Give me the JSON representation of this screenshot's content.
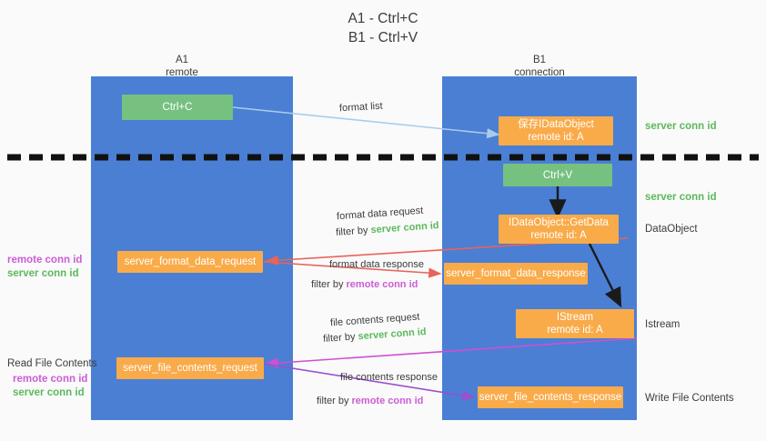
{
  "title": {
    "line1": "A1 - Ctrl+C",
    "line2": "B1 - Ctrl+V"
  },
  "columns": [
    {
      "name": "A1",
      "sub": "remote"
    },
    {
      "name": "B1",
      "sub": "connection"
    }
  ],
  "boxes": {
    "ctrl_c": "Ctrl+C",
    "save_idataobject_line1": "保存IDataObject",
    "save_idataobject_line2": "remote id: A",
    "ctrl_v": "Ctrl+V",
    "getdata_line1": "IDataObject::GetData",
    "getdata_line2": "remote id: A",
    "istream_line1": "IStream",
    "istream_line2": "remote id: A",
    "server_format_data_request": "server_format_data_request",
    "server_format_data_response": "server_format_data_response",
    "server_file_contents_request": "server_file_contents_request",
    "server_file_contents_response": "server_file_contents_response"
  },
  "right_labels": {
    "server_conn_id_top": "server conn id",
    "server_conn_id_mid": "server conn id",
    "dataobject": "DataObject",
    "istream": "Istream",
    "write_file_contents": "Write File Contents"
  },
  "left_labels": {
    "remote_conn_id_1": "remote conn id",
    "server_conn_id_1": "server conn id",
    "read_file_contents": "Read File Contents",
    "remote_conn_id_2": "remote conn id",
    "server_conn_id_2": "server conn id"
  },
  "annotations": {
    "format_list": "format list",
    "format_data_request": "format data request",
    "format_data_request_filter_prefix": "filter by ",
    "format_data_request_filter_value": "server conn id",
    "format_data_response": "format data response",
    "format_data_response_filter_prefix": "filter by ",
    "format_data_response_filter_value": "remote conn id",
    "file_contents_request": "file contents request",
    "file_contents_request_filter_prefix": "filter by ",
    "file_contents_request_filter_value": "server conn id",
    "file_contents_response": "file contents response",
    "file_contents_response_filter_prefix": "filter by ",
    "file_contents_response_filter_value": "remote conn id"
  },
  "colors": {
    "lane": "#4a7fd4",
    "green_box": "#76c180",
    "orange_box": "#f9ab4a",
    "green_text": "#5cb85c",
    "magenta_text": "#cc5cd6",
    "arrow_light_blue": "#a8cdea",
    "arrow_red": "#e8635a",
    "arrow_magenta": "#d14fd1",
    "arrow_purple": "#9b4fd1",
    "arrow_black": "#1a1a1a",
    "dashed_divider": "#111111"
  }
}
